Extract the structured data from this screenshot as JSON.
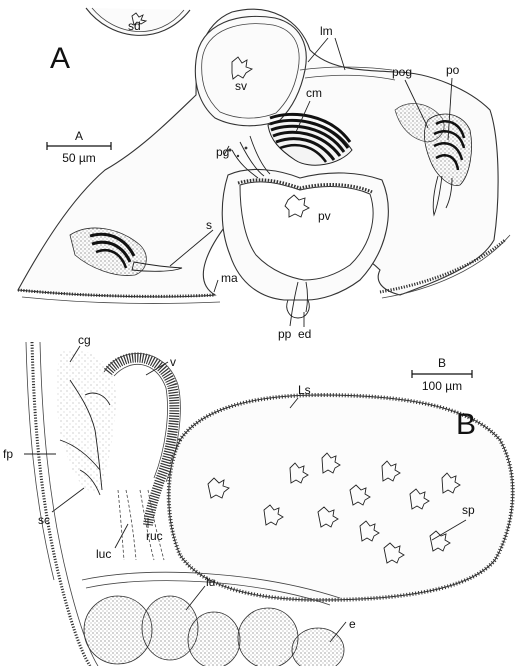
{
  "panel_a": {
    "letter": "A",
    "scale_label": "A",
    "scale_value": "50 µm",
    "labels": {
      "sd": "sd",
      "sv": "sv",
      "lm": "lm",
      "cm": "cm",
      "pog": "pog",
      "po": "po",
      "pg": "pg",
      "pv": "pv",
      "s": "s",
      "ma": "ma",
      "pp": "pp",
      "ed": "ed"
    }
  },
  "panel_b": {
    "letter": "B",
    "scale_label": "B",
    "scale_value": "100 µm",
    "labels": {
      "cg": "cg",
      "v": "v",
      "ls": "Ls",
      "fp": "fp",
      "sc": "sc",
      "sp": "sp",
      "luc": "luc",
      "ruc": "ruc",
      "lu": "lu",
      "e": "e"
    }
  }
}
